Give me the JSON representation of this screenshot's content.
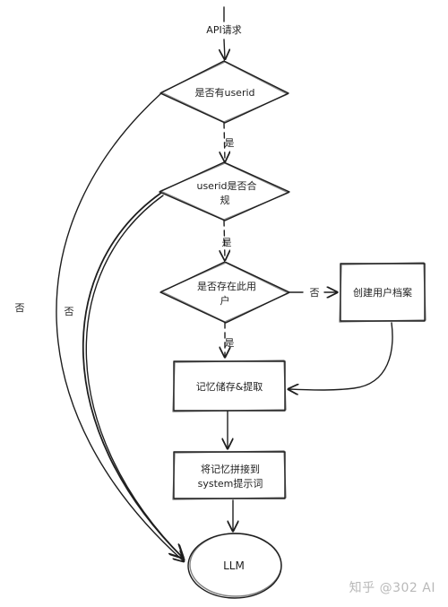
{
  "diagram": {
    "start_label": "API请求",
    "nodes": {
      "has_userid": "是否有userid",
      "userid_valid_line1": "userid是否合",
      "userid_valid_line2": "规",
      "user_exists_line1": "是否存在此用",
      "user_exists_line2": "户",
      "create_profile": "创建用户档案",
      "memory_store": "记忆储存&提取",
      "memory_concat_line1": "将记忆拼接到",
      "memory_concat_line2": "system提示词",
      "llm": "LLM"
    },
    "edges": {
      "yes_1": "是",
      "yes_2": "是",
      "yes_3": "是",
      "no_1": "否",
      "no_2": "否",
      "no_3": "否"
    }
  },
  "watermark": "知乎 @302 AI",
  "colors": {
    "stroke": "#1e1e1e",
    "background": "#ffffff",
    "watermark": "#b9b9b9"
  }
}
